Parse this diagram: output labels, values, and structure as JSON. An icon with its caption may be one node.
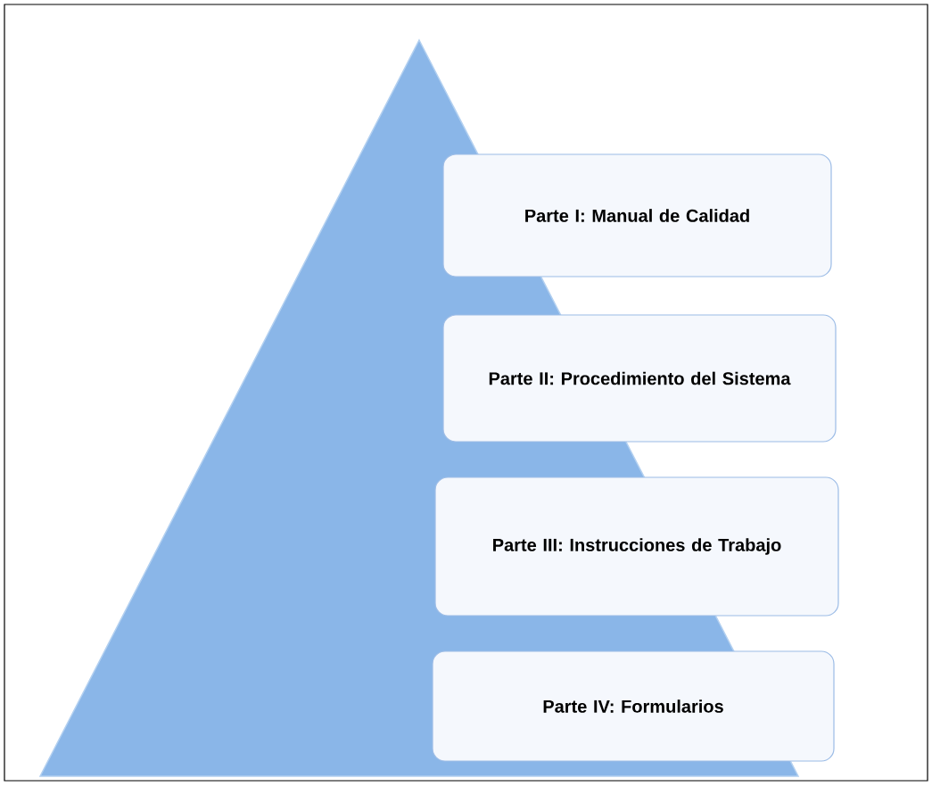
{
  "diagram": {
    "nodes": [
      {
        "text": [
          "Parte I: Manual de Calidad"
        ]
      },
      {
        "text": [
          "Parte II: Procedimiento del Sistema"
        ]
      },
      {
        "text": [
          "Parte III: Instrucciones de Trabajo"
        ]
      },
      {
        "text": [
          "Parte IV: Formularios"
        ]
      }
    ]
  }
}
